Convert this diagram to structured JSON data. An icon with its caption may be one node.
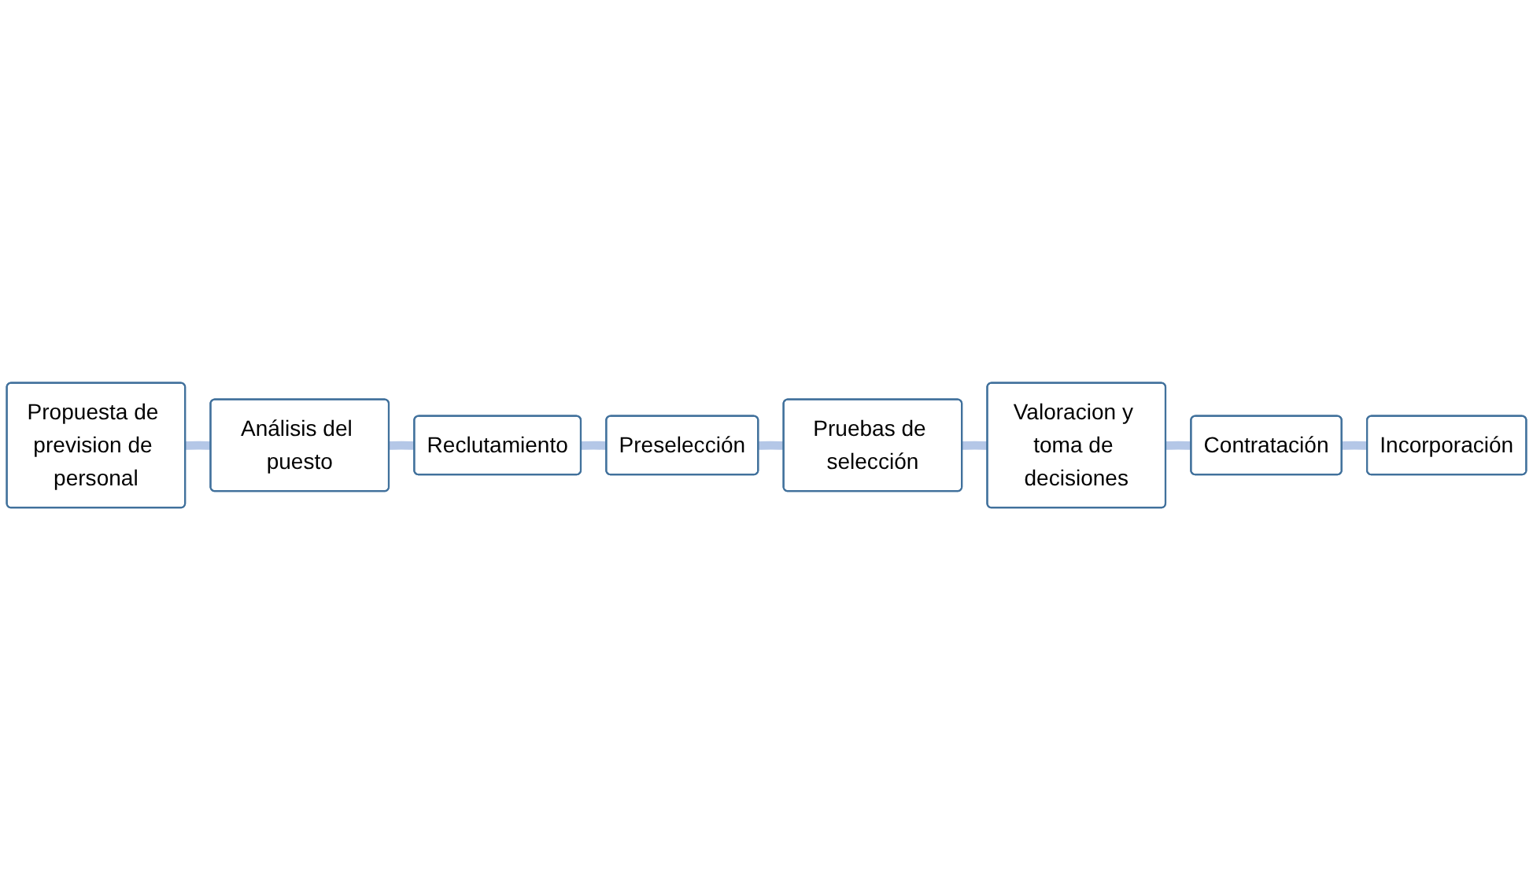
{
  "diagram": {
    "nodes": [
      {
        "text": [
          "Propuesta de prevision de personal"
        ]
      },
      {
        "text": [
          "Análisis del puesto"
        ]
      },
      {
        "text": [
          "Reclutamiento"
        ]
      },
      {
        "text": [
          "Preselección"
        ]
      },
      {
        "text": [
          "Pruebas de selección"
        ]
      },
      {
        "text": [
          "Valoracion y toma de decisiones"
        ]
      },
      {
        "text": [
          "Contratación"
        ]
      },
      {
        "text": [
          "Incorporación"
        ]
      }
    ],
    "edges": [
      {
        "from": 0,
        "to": 1,
        "arrow": "none"
      },
      {
        "from": 1,
        "to": 2,
        "arrow": "none"
      },
      {
        "from": 2,
        "to": 3,
        "arrow": "none"
      },
      {
        "from": 3,
        "to": 4,
        "arrow": "none"
      },
      {
        "from": 4,
        "to": 5,
        "arrow": "none"
      },
      {
        "from": 5,
        "to": 6,
        "arrow": "none"
      },
      {
        "from": 6,
        "to": 7,
        "arrow": "none"
      }
    ]
  }
}
